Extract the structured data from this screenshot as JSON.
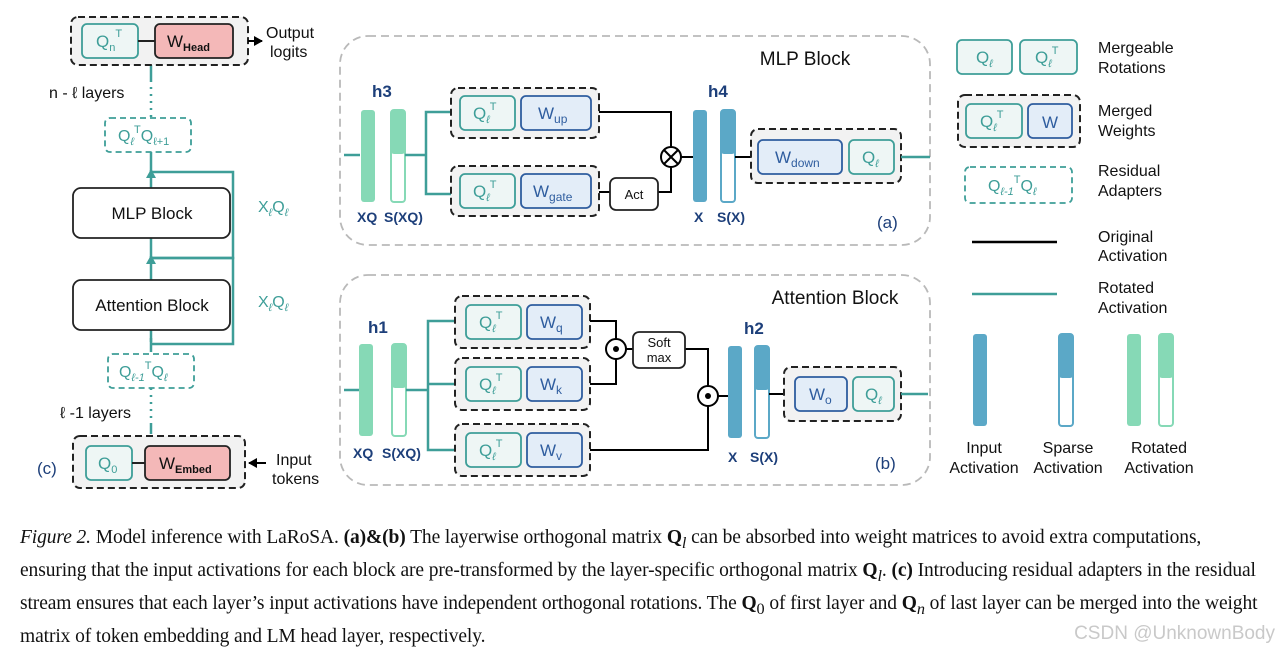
{
  "panel_c": {
    "head_q": "Q",
    "head_q_sup": "T",
    "head_q_sub": "n",
    "head_w": "W",
    "head_w_sub": "Head",
    "output_line1": "Output",
    "output_line2": "logits",
    "layers_top": "n - ℓ  layers",
    "adapter_top": "Q",
    "adapter_top_sub1": "ℓ",
    "adapter_top_sup": "T",
    "adapter_top_q2": "Q",
    "adapter_top_sub2": "ℓ+1",
    "mlp_block": "MLP Block",
    "attention_block": "Attention Block",
    "residual_label": "X",
    "residual_sub1": "ℓ",
    "residual_q": "Q",
    "residual_sub2": "ℓ",
    "adapter_bottom": "Q",
    "adapter_bottom_sub1": "ℓ-1",
    "adapter_bottom_sup": "T",
    "adapter_bottom_q2": "Q",
    "adapter_bottom_sub2": "ℓ",
    "layers_bottom": "ℓ -1 layers",
    "embed_q": "Q",
    "embed_q_sub": "0",
    "embed_w": "W",
    "embed_w_sub": "Embed",
    "input_line1": "Input",
    "input_line2": "tokens",
    "label": "(c)"
  },
  "panel_a": {
    "title": "MLP Block",
    "h_in": "h3",
    "h_out": "h4",
    "xq": "XQ",
    "sxq": "S(XQ)",
    "x": "X",
    "sx": "S(X)",
    "q": "Q",
    "q_sub": "ℓ",
    "q_sup": "T",
    "w_up": "W",
    "w_up_sub": "up",
    "w_gate": "W",
    "w_gate_sub": "gate",
    "act": "Act",
    "w_down": "W",
    "w_down_sub": "down",
    "label": "(a)"
  },
  "panel_b": {
    "title": "Attention Block",
    "h_in": "h1",
    "h_out": "h2",
    "xq": "XQ",
    "sxq": "S(XQ)",
    "x": "X",
    "sx": "S(X)",
    "q": "Q",
    "q_sub": "ℓ",
    "q_sup": "T",
    "w_q": "W",
    "w_q_sub": "q",
    "w_k": "W",
    "w_k_sub": "k",
    "w_v": "W",
    "w_v_sub": "v",
    "softmax_line1": "Soft",
    "softmax_line2": "max",
    "w_o": "W",
    "w_o_sub": "o",
    "label": "(b)"
  },
  "legend": {
    "mergeable_line1": "Mergeable",
    "mergeable_line2": "Rotations",
    "merged_line1": "Merged",
    "merged_line2": "Weights",
    "residual_line1": "Residual",
    "residual_line2": "Adapters",
    "original_line1": "Original",
    "original_line2": "Activation",
    "rotated_line1": "Rotated",
    "rotated_line2": "Activation",
    "input_act_line1": "Input",
    "input_act_line2": "Activation",
    "sparse_act_line1": "Sparse",
    "sparse_act_line2": "Activation",
    "rotated_act_line1": "Rotated",
    "rotated_act_line2": "Activation",
    "w": "W",
    "q_ell": "Q",
    "q_sub": "ℓ",
    "q_sup": "T",
    "adapter_q1": "Q",
    "adapter_sub1": "ℓ-1",
    "adapter_sup": "T",
    "adapter_q2": "Q",
    "adapter_sub2": "ℓ"
  },
  "caption": {
    "fig": "Figure 2.",
    "t1": " Model inference with LaRoSA. ",
    "ab": "(a)&(b)",
    "t2": " The layerwise orthogonal matrix ",
    "ql": "Q",
    "ql_sub": "l",
    "t3": " can be absorbed into weight matrices to avoid extra computations, ensuring that the input activations for each block are pre-transformed by the layer-specific orthogonal matrix ",
    "t4": ". ",
    "c": "(c)",
    "t5": " Introducing residual adapters in the residual stream ensures that each layer’s input activations have independent orthogonal rotations. The ",
    "q0": "Q",
    "q0_sub": "0",
    "t6": " of first layer and ",
    "qn": "Q",
    "qn_sub": "n",
    "t7": " of last layer can be merged into the weight matrix of token embedding and LM head layer, respectively."
  },
  "watermark": "CSDN @UnknownBody",
  "colors": {
    "teal": "#3e9e98",
    "teal_fill": "#eef6f5",
    "blue": "#2f5d9f",
    "blue_fill": "#e3edf8",
    "pink": "#f4b8b8",
    "act_blue": "#5ba8c7",
    "act_green": "#86d9b6",
    "panel_border": "#b9b9b9",
    "heading_blue": "#1d3f7a"
  }
}
